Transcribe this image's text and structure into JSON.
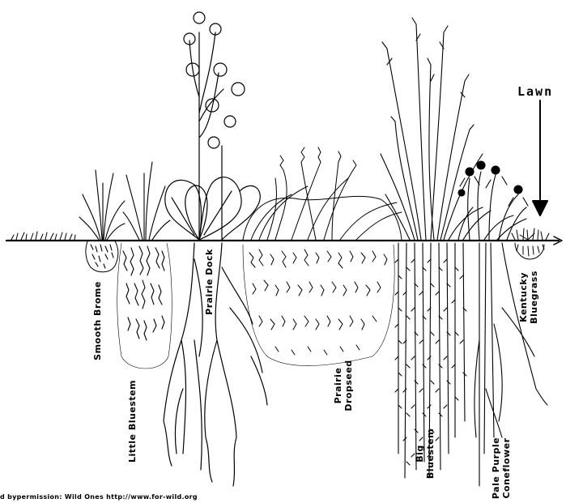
{
  "labels": {
    "lawn": "Lawn",
    "smooth_brome": "Smooth Brome",
    "little_bluestem": "Little Bluestem",
    "prairie_dock": "Prairie Dock",
    "prairie_dropseed_1": "Prairie",
    "prairie_dropseed_2": "Dropseed",
    "big_bluestem_1": "Big",
    "big_bluestem_2": "Bluestem",
    "coneflower_1": "Pale Purple",
    "coneflower_2": "Coneflower",
    "kentucky_1": "Kentucky",
    "kentucky_2": "Bluegrass"
  },
  "credit": "d bypermission: Wild Ones http://www.for-wild.org"
}
